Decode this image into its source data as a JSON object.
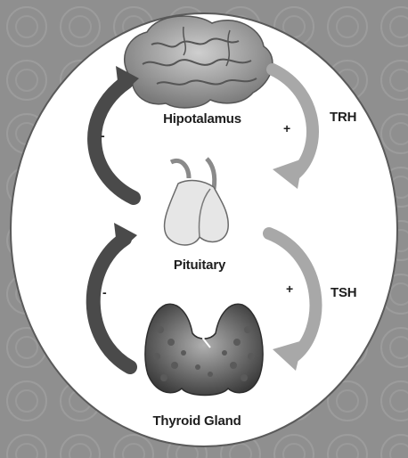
{
  "organs": {
    "hypothalamus": "Hipotalamus",
    "pituitary": "Pituitary",
    "thyroid": "Thyroid Gland"
  },
  "hormones": {
    "top": "TRH",
    "bottom": "TSH"
  },
  "signs": {
    "top_left": "-",
    "top_right": "+",
    "bottom_left": "-",
    "bottom_right": "+"
  },
  "colors": {
    "background": "#8f8f8f",
    "oval": "#ffffff",
    "feedback_arrow": "#4a4a4a",
    "stimulus_arrow": "#a8a8a8"
  },
  "icons": [
    "brain-icon",
    "pituitary-gland-icon",
    "thyroid-gland-icon"
  ]
}
